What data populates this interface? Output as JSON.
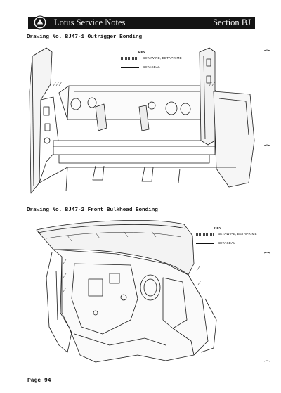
{
  "header": {
    "title": "Lotus Service Notes",
    "section": "Section BJ"
  },
  "drawings": [
    {
      "caption": "Drawing No. BJ47-1  Outrigger Bonding",
      "key": {
        "title": "KEY",
        "items": [
          "BETAWIPE, BETAPRIME",
          "BETASEAL"
        ]
      }
    },
    {
      "caption": "Drawing No. BJ47-2  Front Bulkhead Bonding",
      "key": {
        "title": "KEY",
        "items": [
          "BETAWIPE, BETAPRIME",
          "BETASEAL"
        ]
      }
    }
  ],
  "footer": {
    "page_number": "Page 94"
  },
  "icons": {
    "logo": "lotus-logo-icon"
  },
  "colors": {
    "header_bg": "#141414",
    "header_text": "#f2f2f2"
  }
}
